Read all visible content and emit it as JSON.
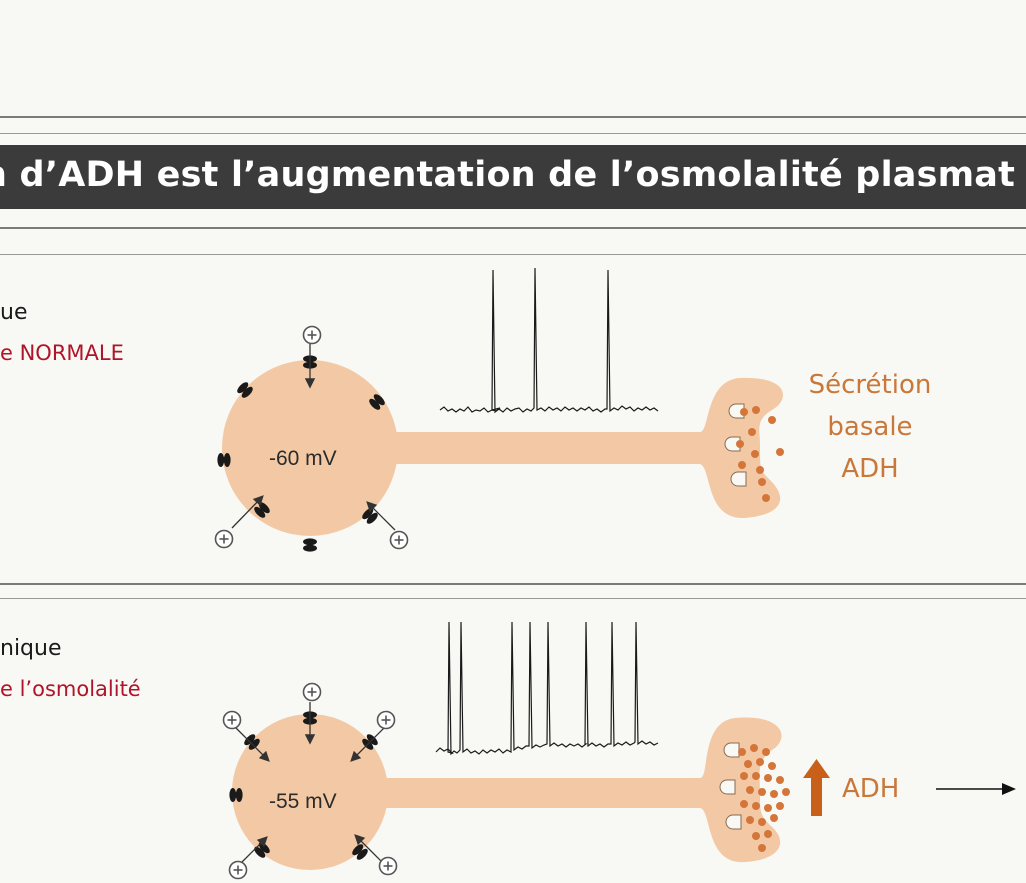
{
  "title": "n d’ADH est l’augmentation de l’osmolalité plasmat",
  "panels": [
    {
      "label": "ue",
      "sublabel": "e NORMALE",
      "membrane_potential": "-60 mV",
      "secretion_lines": [
        "Sécrétion",
        "basale",
        "ADH"
      ]
    },
    {
      "label": "nique",
      "sublabel": "e l’osmolalité",
      "membrane_potential": "-55 mV",
      "secretion_label": "ADH"
    }
  ],
  "colors": {
    "banner": "#3b3b3b",
    "cell": "#f2c9a4",
    "sublabel": "#b0142a",
    "orange": "#c9783a",
    "arrow_up": "#c8601a",
    "vesicle": "#d4763a"
  },
  "icons": {
    "ion_channel": "plus-circle-ion-icon",
    "up_arrow": "up-arrow-icon",
    "right_arrow": "right-arrow-icon"
  }
}
